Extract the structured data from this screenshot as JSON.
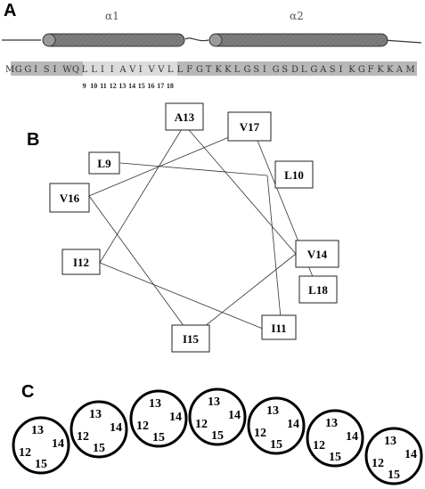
{
  "panel_a": {
    "letter": "A",
    "helix_names": [
      "α1",
      "α2"
    ],
    "sequence": "MGGISIWQLLIIAVIVVLLFGTKKLGSIGSDLGASIKGFKKAM",
    "highlight_start": 8,
    "highlight_end": 17,
    "position_numbers": [
      "9",
      "10",
      "11",
      "12",
      "13",
      "14",
      "15",
      "16",
      "17",
      "18"
    ]
  },
  "panel_b": {
    "letter": "B",
    "residues": [
      "L9",
      "L10",
      "I11",
      "I12",
      "A13",
      "V14",
      "I15",
      "V16",
      "V17",
      "L18"
    ]
  },
  "panel_c": {
    "letter": "C",
    "circle_numbers": [
      "12",
      "13",
      "14",
      "15"
    ],
    "circle_count": 7
  }
}
